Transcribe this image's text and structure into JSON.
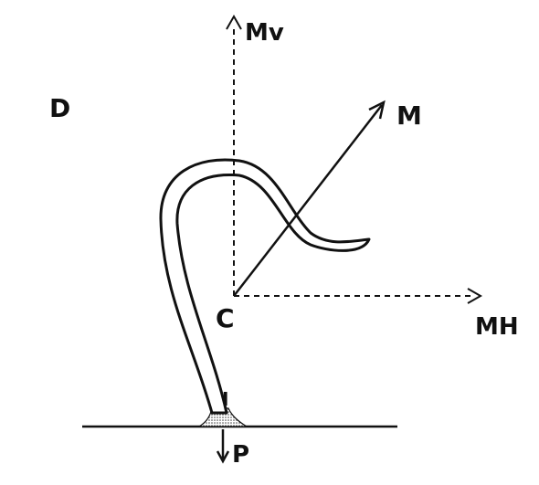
{
  "panel_label": "D",
  "labels": {
    "vertical_component": "Mv",
    "resultant": "M",
    "horizontal_component": "MH",
    "center": "C",
    "insertion_point": "I",
    "downward_force": "P"
  },
  "colors": {
    "ink": "#111111",
    "background": "#ffffff",
    "stipple": "#555555"
  }
}
